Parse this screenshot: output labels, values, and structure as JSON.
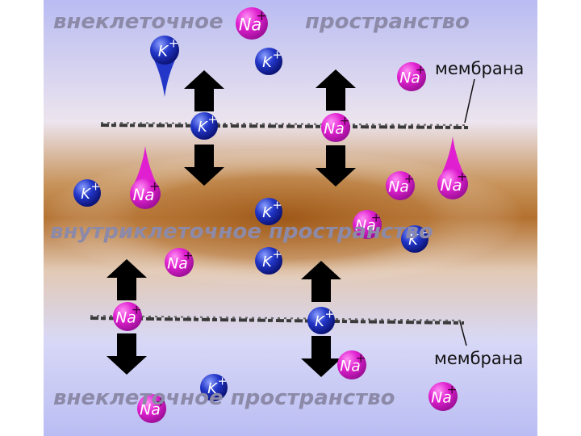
{
  "labels": {
    "top_left": "внеклеточное",
    "top_right": "пространство",
    "middle": "внутриклеточное пространство",
    "bottom": "внеклеточное пространство",
    "membrane_top": "мембрана",
    "membrane_bottom": "мембрана"
  },
  "ions": {
    "na_symbol": "Na",
    "k_symbol": "K",
    "plus": "+"
  },
  "colors": {
    "extracellular": "#b6b9f0",
    "intracellular": "#a9601c",
    "na_ion": "#e020d0",
    "k_ion": "#1a28b8",
    "arrow": "#000000",
    "region_text": "#8c8aa8"
  }
}
